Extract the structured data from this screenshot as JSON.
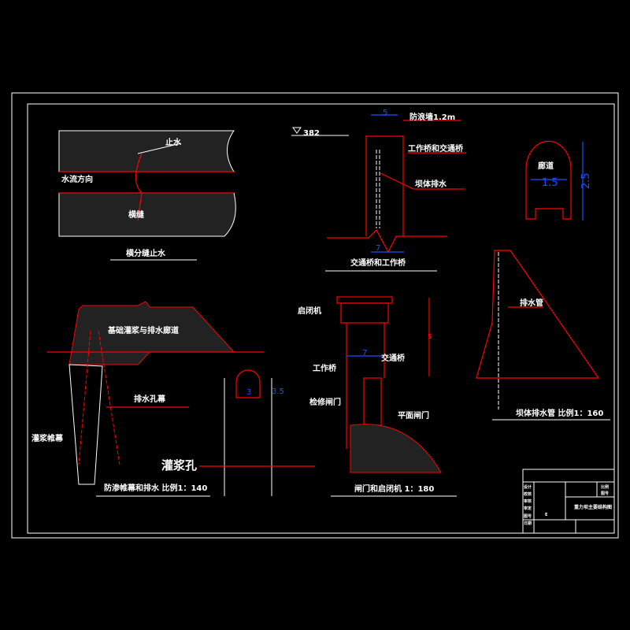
{
  "drawing": {
    "sheet_title": "重力坝主要结构图",
    "joint": {
      "title": "横分缝止水",
      "waterstop": "止水",
      "flow": "水流方向",
      "joint_label": "横缝"
    },
    "bridge": {
      "title": "交通桥和工作桥",
      "elevation": "382",
      "wave_wall": "防浪墙1.2m",
      "bridges": "工作桥和交通桥",
      "drain": "坝体排水",
      "dim_width": "7",
      "dim_top": "5"
    },
    "gallery": {
      "label": "廊道",
      "width": "1.5",
      "height": "2.5"
    },
    "drainpipe": {
      "title": "坝体排水管 比例1：160",
      "pipe": "排水管"
    },
    "curtain": {
      "title": "防渗帷幕和排水  比例1：140",
      "gallery": "基础灌浆与排水廊道",
      "drain_holes": "排水孔幕",
      "grout_curtain": "灌浆帷幕",
      "grout_hole": "灌浆孔",
      "width": "3",
      "height": "3.5"
    },
    "gate": {
      "title": "闸门和启闭机    1：180",
      "hoist": "启闭机",
      "work_bridge": "工作桥",
      "traffic_bridge": "交通桥",
      "repair_gate": "检修闸门",
      "plane_gate": "平面闸门",
      "dim_h": "5",
      "dim_w": "7"
    },
    "titleblock": {
      "rows": [
        "设计",
        "校核",
        "审核",
        "审定",
        "图号",
        "日期"
      ],
      "scale_labels": [
        "比例",
        "图号"
      ],
      "number": "E"
    }
  }
}
